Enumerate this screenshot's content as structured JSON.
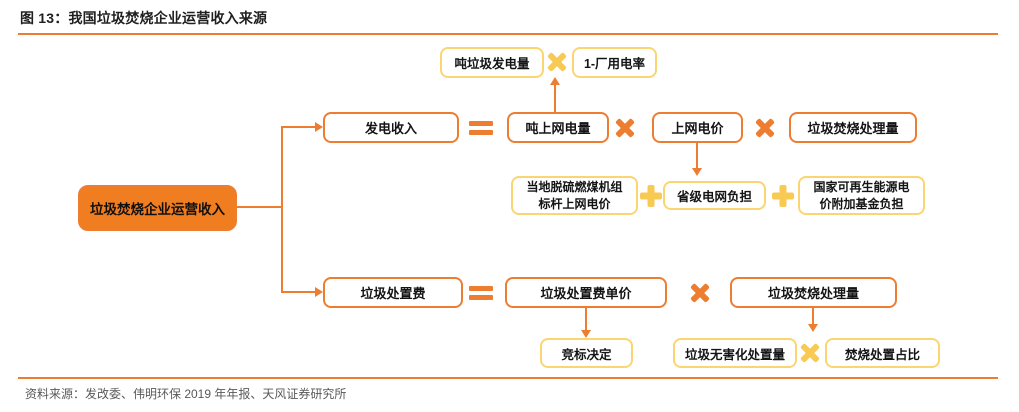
{
  "header": {
    "title": "图 13：我国垃圾焚烧企业运营收入来源"
  },
  "footer": {
    "source": "资料来源：发改委、伟明环保 2019 年年报、天风证券研究所"
  },
  "colors": {
    "accent_orange": "#ED7D31",
    "root_fill_orange": "#F07D20",
    "soft_yellow_border": "#FBD571",
    "yellow_operator": "#F8C953",
    "source_text_gray": "#595959"
  },
  "diagram": {
    "root": "垃圾焚烧企业运营收入",
    "power_branch": {
      "label": "发电收入",
      "factors": [
        "吨上网电量",
        "上网电价",
        "垃圾焚烧处理量"
      ],
      "ton_grid_power_detail": {
        "factors": [
          "吨垃圾发电量",
          "1-厂用电率"
        ]
      },
      "grid_price_detail": {
        "addends": [
          "当地脱硫燃煤机组标杆上网电价",
          "省级电网负担",
          "国家可再生能源电价附加基金负担"
        ]
      }
    },
    "disposal_branch": {
      "label": "垃圾处置费",
      "factors": [
        "垃圾处置费单价",
        "垃圾焚烧处理量"
      ],
      "unit_price_detail": "竞标决定",
      "volume_detail": {
        "factors": [
          "垃圾无害化处置量",
          "焚烧处置占比"
        ]
      }
    },
    "operators": {
      "multiply": "×",
      "plus": "+",
      "equals": "="
    }
  }
}
